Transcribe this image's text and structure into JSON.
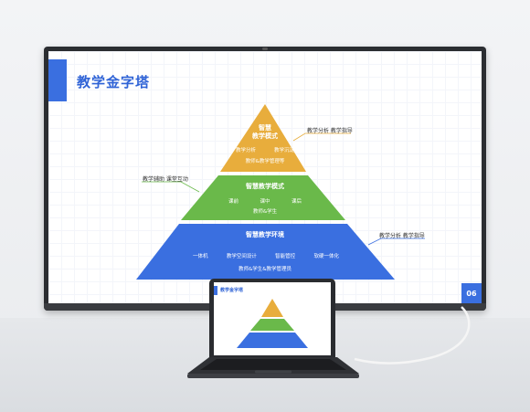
{
  "slide": {
    "title": "教学金字塔",
    "page_number": "06",
    "tiers": {
      "top": {
        "title_line1": "智慧",
        "title_line2": "教学模式",
        "items": [
          "教学分析",
          "教学沉淀"
        ],
        "footer": "教师&教学管理等"
      },
      "middle": {
        "title": "智慧教学模式",
        "items": [
          "课前",
          "课中",
          "课后"
        ],
        "footer": "教师&学生"
      },
      "bottom": {
        "title": "智慧教学环境",
        "items": [
          "一体机",
          "教学空间设计",
          "智能管控",
          "软硬一体化"
        ],
        "footer": "教师&学生&教学管理员"
      }
    },
    "callouts": {
      "top_right": "教学分析  教学指导",
      "middle_left": "教学辅助  课堂互动",
      "bottom_right": "教学分析  教学指导"
    },
    "colors": {
      "top": "#e8ad3c",
      "middle": "#6ab94a",
      "bottom": "#3a6fe0",
      "accent": "#3a6fe0"
    }
  },
  "laptop": {
    "title": "教学金字塔"
  }
}
